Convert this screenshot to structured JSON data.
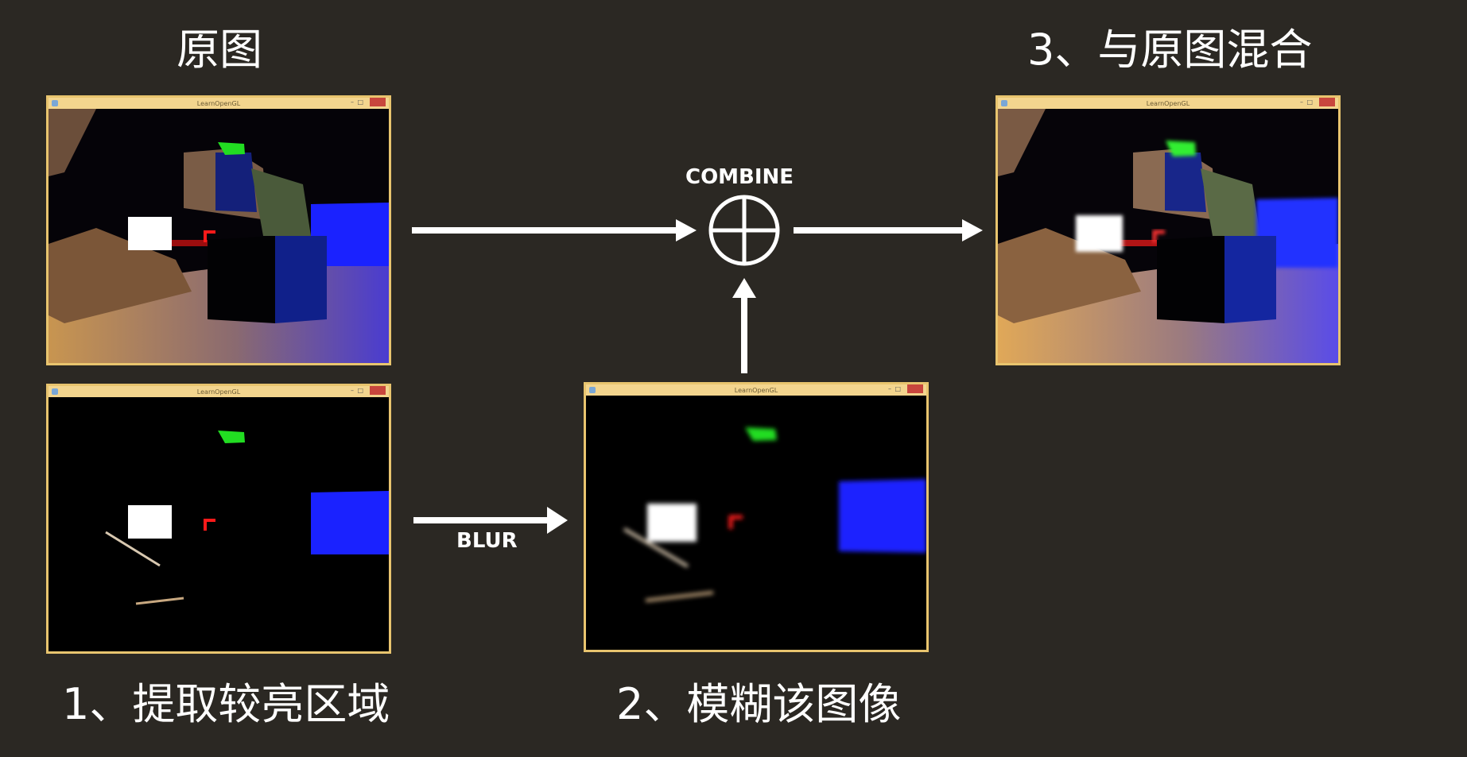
{
  "captions": {
    "original": "原图",
    "step1": "1、提取较亮区域",
    "step2": "2、模糊该图像",
    "step3": "3、与原图混合"
  },
  "operations": {
    "combine": "COMBINE",
    "blur": "BLUR"
  },
  "window": {
    "title": "LearnOpenGL",
    "frame_color": "#e8c46e",
    "close_color": "#c8463d"
  },
  "colors": {
    "background": "#2b2823",
    "arrow": "#ffffff",
    "bright_blue": "#1a22ff",
    "bright_green": "#22dd22",
    "bright_red": "#ff1a1a"
  },
  "icons": [
    "combine-plus-circle-icon",
    "arrow-right-icon",
    "arrow-up-icon"
  ]
}
